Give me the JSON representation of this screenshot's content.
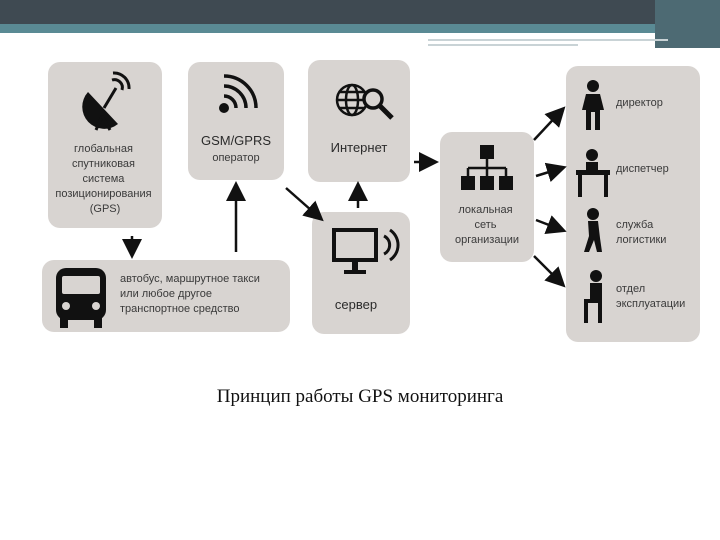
{
  "colors": {
    "header_dark": "#3f4a52",
    "header_teal": "#5a8a94",
    "box_fill": "#d8d4d1",
    "icon": "#111111",
    "text": "#3a3a3a"
  },
  "boxes": {
    "satellite": {
      "icon": "satellite-dish-icon",
      "lines": [
        "глобальная",
        "спутниковая",
        "система",
        "позиционирования",
        "(GPS)"
      ]
    },
    "gsm": {
      "icon": "signal-waves-icon",
      "title": "GSM/GPRS",
      "subtitle": "оператор"
    },
    "internet": {
      "icon": "globe-search-icon",
      "title": "Интернет"
    },
    "bus": {
      "icon": "bus-icon",
      "lines": [
        "автобус, маршрутное такси",
        "или любое другое",
        "транспортное средство"
      ]
    },
    "server": {
      "icon": "monitor-icon",
      "title": "сервер"
    },
    "network": {
      "icon": "network-tree-icon",
      "lines": [
        "локальная",
        "сеть",
        "организации"
      ]
    },
    "people": [
      {
        "icon": "director-icon",
        "lines": [
          "директор"
        ]
      },
      {
        "icon": "dispatcher-icon",
        "lines": [
          "диспетчер"
        ]
      },
      {
        "icon": "logistics-icon",
        "lines": [
          "служба",
          "логистики"
        ]
      },
      {
        "icon": "operations-icon",
        "lines": [
          "отдел",
          "эксплуатации"
        ]
      }
    ]
  },
  "caption": "Принцип работы GPS мониторинга"
}
